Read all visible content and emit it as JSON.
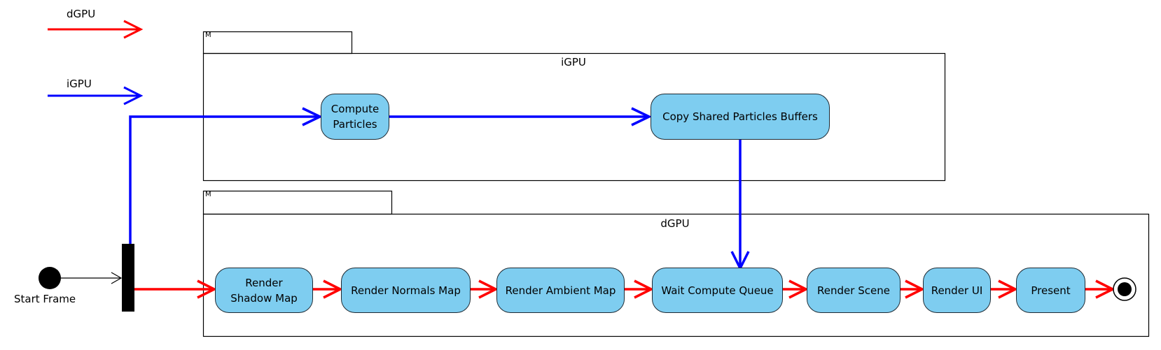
{
  "legend": {
    "dgpu": {
      "label": "dGPU",
      "color": "#ff0000"
    },
    "igpu": {
      "label": "iGPU",
      "color": "#0000ff"
    }
  },
  "partitions": {
    "igpu": {
      "tag": "M",
      "title": "iGPU"
    },
    "dgpu": {
      "tag": "M",
      "title": "dGPU"
    }
  },
  "start_node": {
    "label": "Start Frame"
  },
  "actions": {
    "compute_particles": "Compute\nParticles",
    "copy_shared_buffers": "Copy Shared Particles Buffers",
    "render_shadow_map": "Render\nShadow Map",
    "render_normals_map": "Render Normals Map",
    "render_ambient_map": "Render Ambient Map",
    "wait_compute_queue": "Wait Compute Queue",
    "render_scene": "Render Scene",
    "render_ui": "Render UI",
    "present": "Present"
  }
}
